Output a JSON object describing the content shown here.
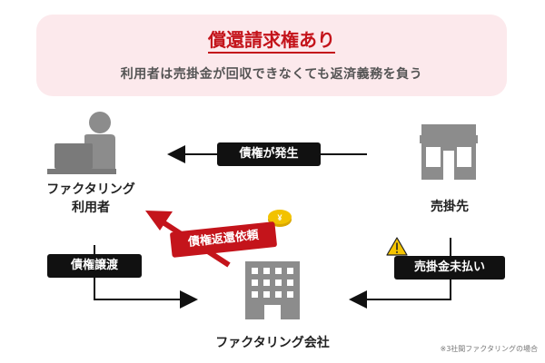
{
  "banner": {
    "title": "償還請求権あり",
    "subtitle": "利用者は売掛金が回収できなくても返済義務を負う"
  },
  "nodes": {
    "user": "ファクタリング\n利用者",
    "buyer": "売掛先",
    "company": "ファクタリング会社"
  },
  "flows": {
    "claim_arise": "債権が発生",
    "claim_transfer": "債権譲渡",
    "collection_request": "債権返還依頼",
    "unpaid": "売掛金未払い"
  },
  "footnote": "※3社間ファクタリングの場合",
  "colors": {
    "accent": "#c4141b",
    "banner_bg": "#fce9ec",
    "icon_gray": "#8c8c8c",
    "coin": "#f2c200",
    "warning": "#f5c400"
  },
  "icons": [
    "user-at-laptop-icon",
    "storefront-icon",
    "office-building-icon",
    "warning-icon",
    "coin-icon"
  ]
}
